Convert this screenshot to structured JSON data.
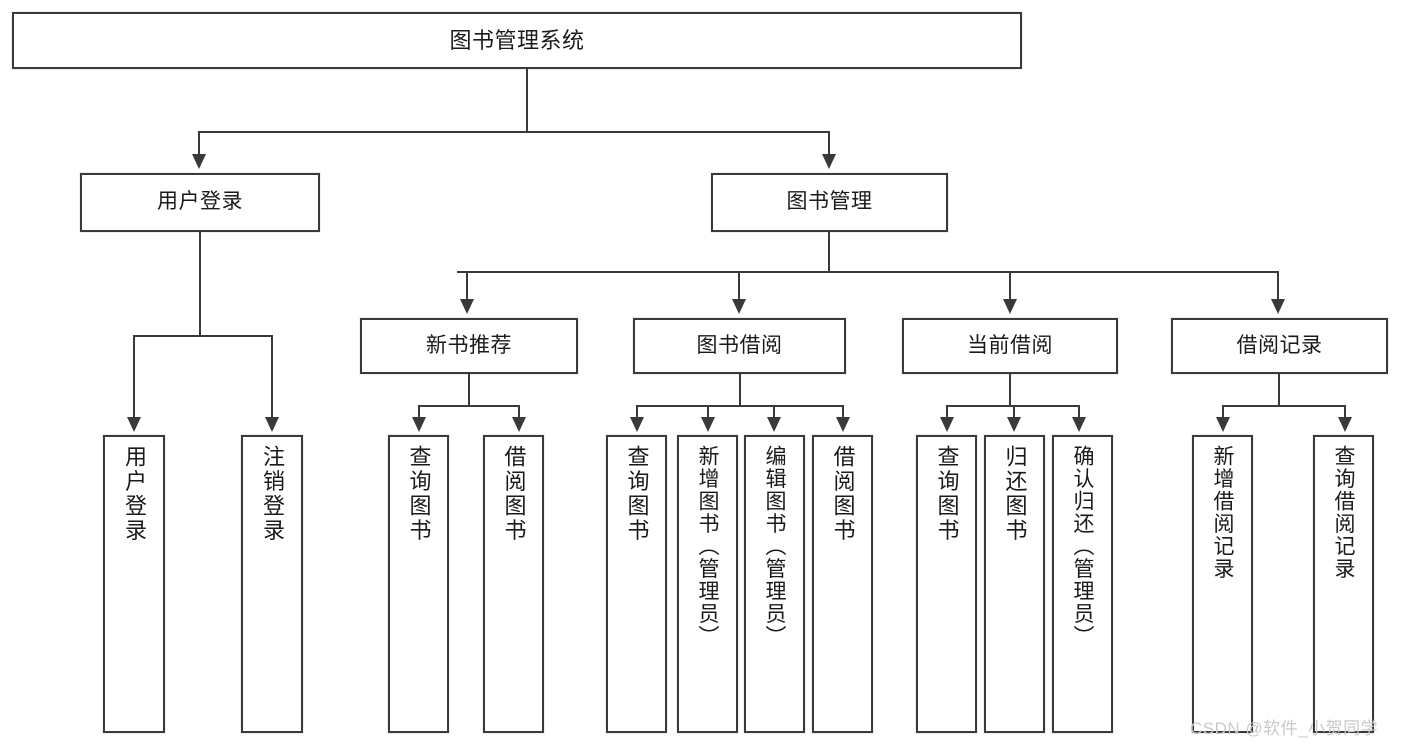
{
  "diagram": {
    "title": "图书管理系统",
    "type": "tree",
    "root": {
      "id": "root",
      "label": "图书管理系统"
    },
    "level1": [
      {
        "id": "user-login",
        "label": "用户登录"
      },
      {
        "id": "book-manage",
        "label": "图书管理"
      }
    ],
    "level2": [
      {
        "id": "new-book-recommend",
        "label": "新书推荐",
        "parent": "book-manage"
      },
      {
        "id": "book-borrow",
        "label": "图书借阅",
        "parent": "book-manage"
      },
      {
        "id": "current-borrow",
        "label": "当前借阅",
        "parent": "book-manage"
      },
      {
        "id": "borrow-record",
        "label": "借阅记录",
        "parent": "book-manage"
      }
    ],
    "leaves": {
      "user_login": [
        {
          "id": "leaf-user-login",
          "label": "用户登录"
        },
        {
          "id": "leaf-logout",
          "label": "注销登录"
        }
      ],
      "new_book_recommend": [
        {
          "id": "leaf-query-book-1",
          "label": "查询图书"
        },
        {
          "id": "leaf-borrow-book-1",
          "label": "借阅图书"
        }
      ],
      "book_borrow": [
        {
          "id": "leaf-query-book-2",
          "label": "查询图书"
        },
        {
          "id": "leaf-add-book",
          "label": "新增图书（管理员）"
        },
        {
          "id": "leaf-edit-book",
          "label": "编辑图书（管理员）"
        },
        {
          "id": "leaf-borrow-book-2",
          "label": "借阅图书"
        }
      ],
      "current_borrow": [
        {
          "id": "leaf-query-book-3",
          "label": "查询图书"
        },
        {
          "id": "leaf-return-book",
          "label": "归还图书"
        },
        {
          "id": "leaf-confirm-return",
          "label": "确认归还（管理员）"
        }
      ],
      "borrow_record": [
        {
          "id": "leaf-add-record",
          "label": "新增借阅记录"
        },
        {
          "id": "leaf-query-record",
          "label": "查询借阅记录"
        }
      ]
    }
  },
  "watermark": {
    "text": "CSDN @软件_小贺同学",
    "color": "#c9c9c9"
  },
  "style": {
    "border_color": "#3a3a3a",
    "background": "#ffffff",
    "text_color": "#1a1a1a"
  }
}
